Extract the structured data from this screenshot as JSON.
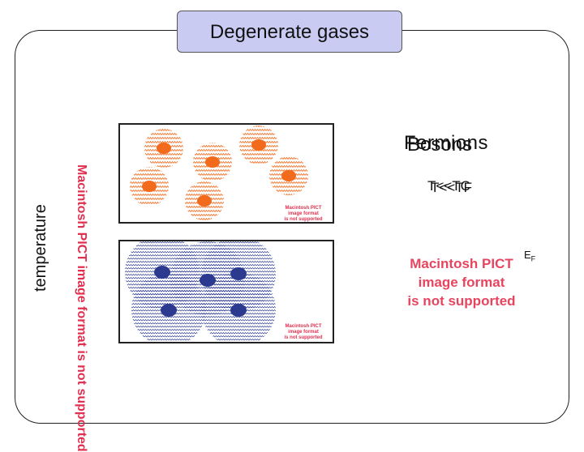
{
  "title": "Degenerate gases",
  "axis_label": "temperature",
  "label_fermions": "Fermions",
  "label_bosons": "Bosons",
  "condition_1": "T<<TC",
  "condition_2": "T<<TF",
  "fermi_energy": {
    "base": "E",
    "sub": "F"
  },
  "pict_notice_lines": [
    "Macintosh PICT",
    "image format",
    "is not supported"
  ],
  "pict_notice_rotated": "Macintosh PICT image format is not supported",
  "colors": {
    "title_bg": "#c9cbf3",
    "fermion": "#f26a1b",
    "boson": "#2b3a8f",
    "notice": "#e03050"
  }
}
